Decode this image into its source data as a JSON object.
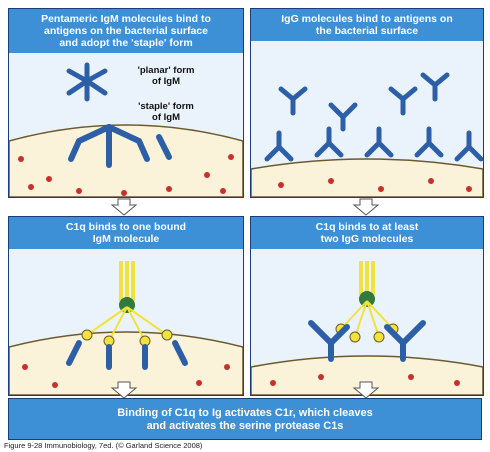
{
  "panels": {
    "top_left": {
      "header": "Pentameric IgM molecules bind to\nantigens on the bacterial surface\nand adopt the 'staple' form",
      "label_planar": "'planar' form\nof IgM",
      "label_staple": "'staple' form\nof IgM"
    },
    "top_right": {
      "header": "IgG molecules bind to antigens on\nthe bacterial surface"
    },
    "mid_left": {
      "header": "C1q binds to one bound\nIgM molecule"
    },
    "mid_right": {
      "header": "C1q binds to at least\ntwo IgG molecules"
    }
  },
  "bottom_banner": "Binding of C1q to Ig activates C1r, which cleaves\nand activates the serine protease C1s",
  "caption": "Figure 9-28  Immunobiology, 7ed. (© Garland Science 2008)",
  "colors": {
    "header_blue": "#3d8fd6",
    "antibody_blue": "#2c5fa8",
    "bacterium": "#fbf3d9",
    "antigen_red": "#c8302c",
    "c1q_yellow": "#f2e23a",
    "c1q_green": "#2f7a3c"
  }
}
